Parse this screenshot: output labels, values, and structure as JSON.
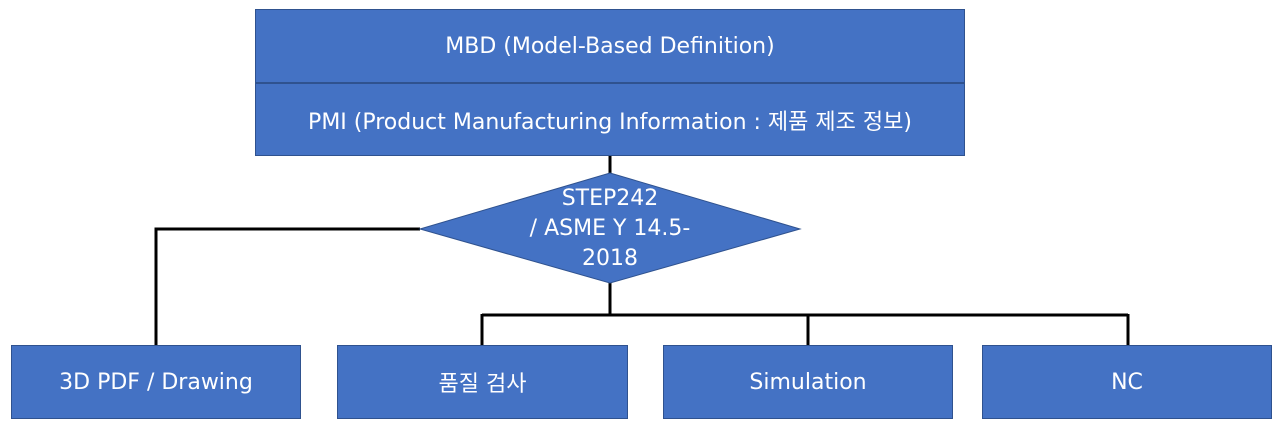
{
  "header": {
    "mbd": "MBD (Model-Based Definition)",
    "pmi": "PMI (Product Manufacturing Information : 제품 제조 정보)"
  },
  "decision": {
    "lines": [
      "STEP242",
      "/ ASME Y 14.5-",
      "2018"
    ]
  },
  "outputs": {
    "pdf_drawing": "3D PDF / Drawing",
    "quality_inspection": "품질 검사",
    "simulation": "Simulation",
    "nc": "NC"
  },
  "colors": {
    "box_fill": "#4472c4",
    "box_border": "#2f528f",
    "connector": "#000000",
    "text": "#ffffff"
  }
}
